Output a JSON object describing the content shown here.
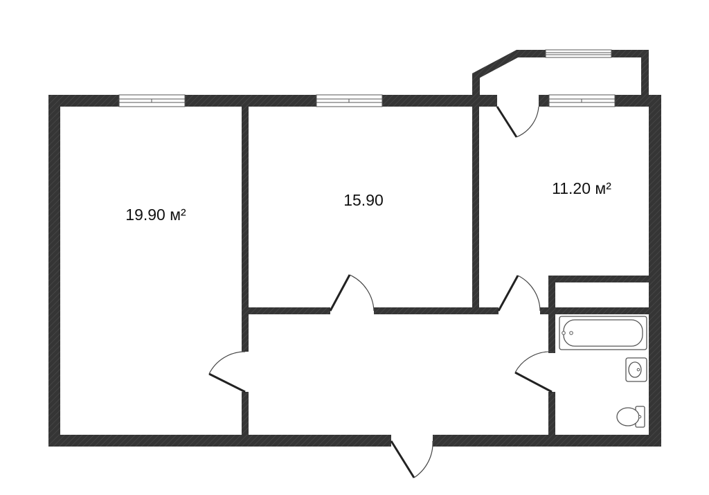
{
  "plan": {
    "colors": {
      "wall": "#353535",
      "background": "#ffffff",
      "text": "#111111"
    },
    "rooms": [
      {
        "id": "room-1",
        "area_label": "19.90 м²"
      },
      {
        "id": "room-2",
        "area_label": "15.90"
      },
      {
        "id": "room-3",
        "area_label": "11.20 м²"
      }
    ],
    "fixtures": [
      "bathtub",
      "sink",
      "toilet"
    ],
    "icons": [
      "window-icon",
      "door-swing-icon",
      "bathtub-icon",
      "sink-icon",
      "toilet-icon"
    ]
  }
}
